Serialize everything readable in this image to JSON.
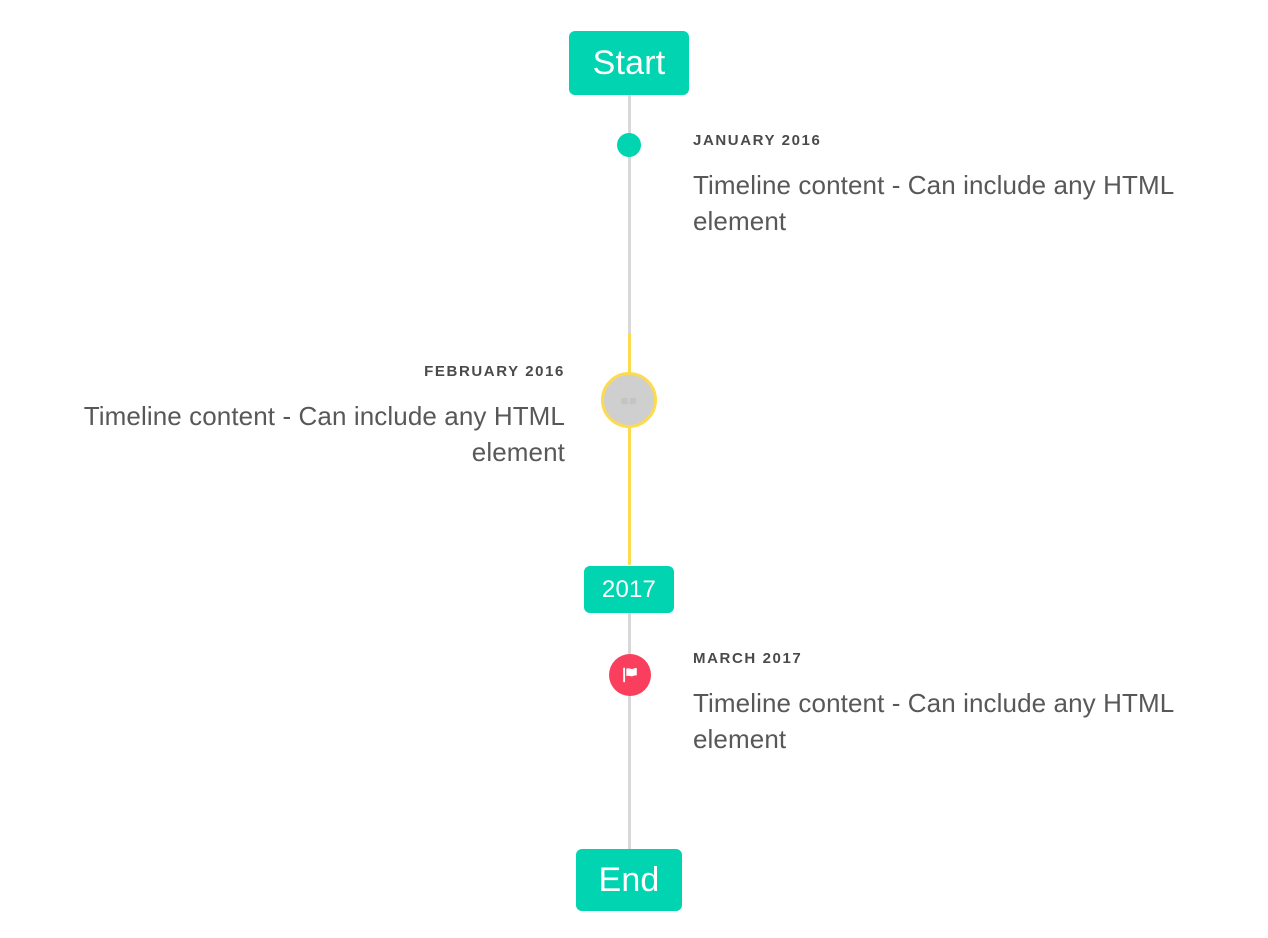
{
  "timeline": {
    "start_label": "Start",
    "end_label": "End",
    "year_divider_label": "2017",
    "colors": {
      "accent_green": "#00d4b1",
      "accent_yellow": "#fcdb4e",
      "accent_pink": "#fa3f5e",
      "line_gray": "#d8d8d8",
      "marker_gray": "#cfcfcf",
      "date_text": "#4a4a4a",
      "body_text": "#585858",
      "background": "#ffffff"
    },
    "entries": [
      {
        "date": "JANUARY 2016",
        "body": "Timeline content - Can include any HTML element",
        "side": "right",
        "marker": "dot-marker"
      },
      {
        "date": "FEBRUARY 2016",
        "body": "Timeline content - Can include any HTML element",
        "side": "left",
        "marker": "ring-marker"
      },
      {
        "date": "MARCH 2017",
        "body": "Timeline content - Can include any HTML element",
        "side": "right",
        "marker": "flag-marker"
      }
    ]
  }
}
